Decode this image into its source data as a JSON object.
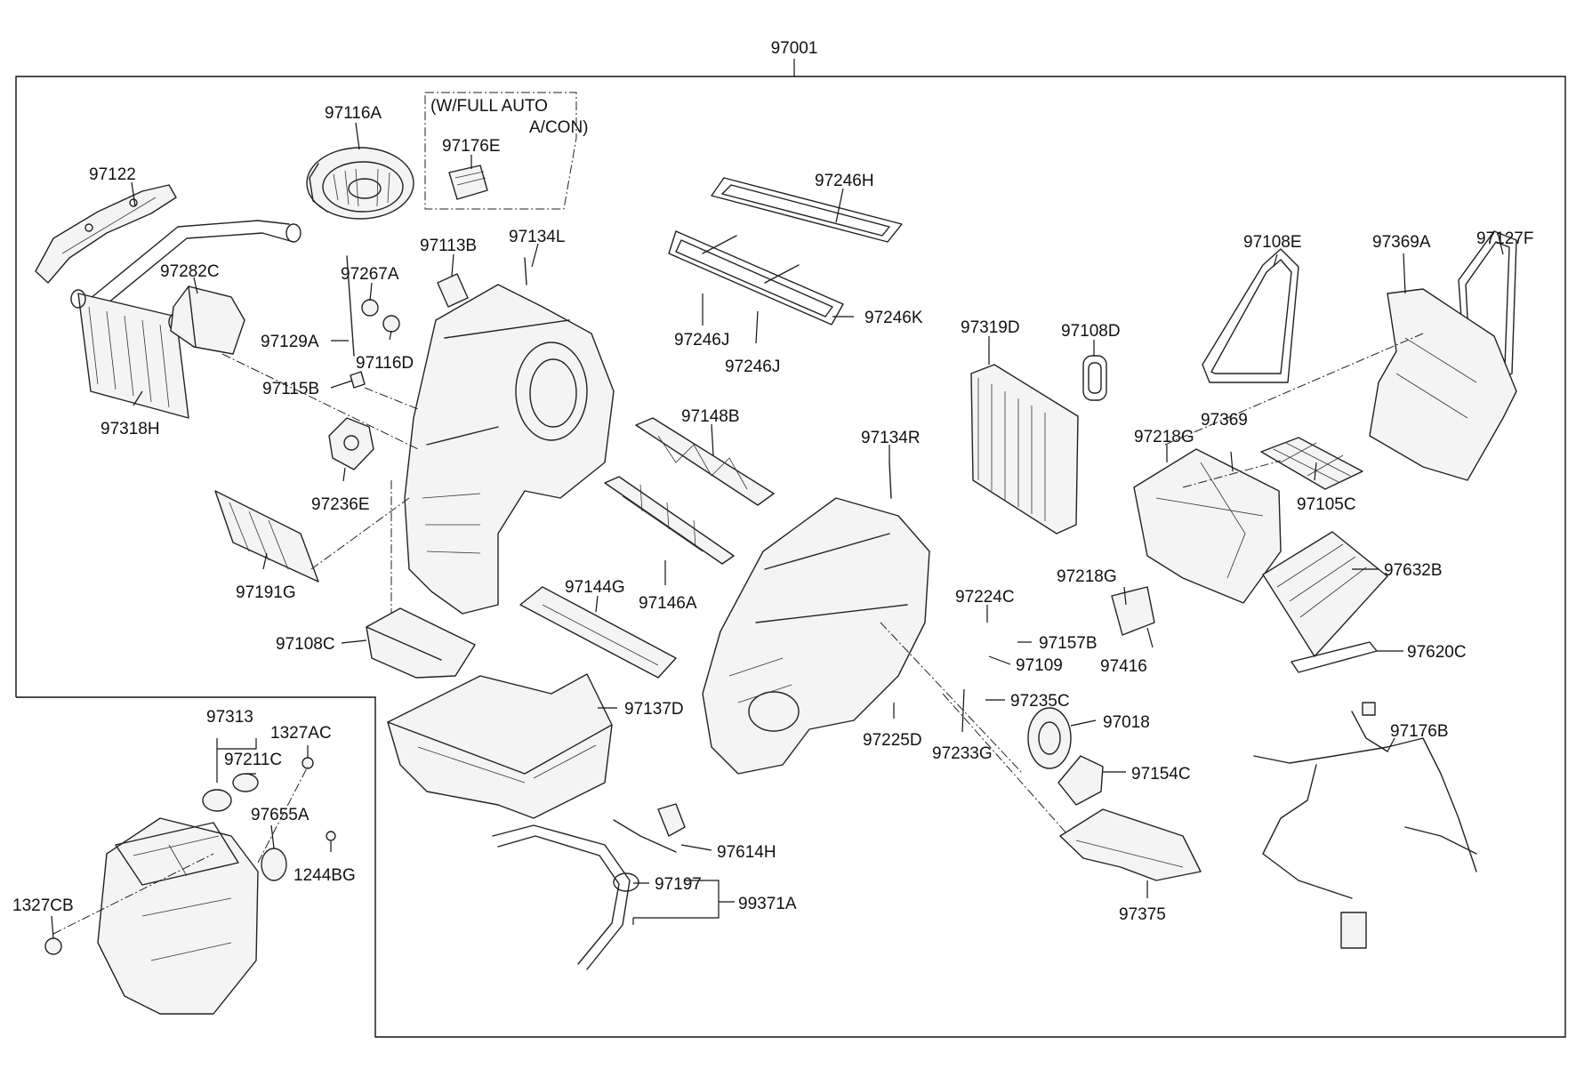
{
  "diagram": {
    "main_assembly": "97001",
    "note_lines": [
      "(W/FULL AUTO",
      "A/CON)"
    ],
    "labels": {
      "p97116A": "97116A",
      "p97176E": "97176E",
      "p97122": "97122",
      "p97282C": "97282C",
      "p97318H": "97318H",
      "p97113B": "97113B",
      "p97134L": "97134L",
      "p97267A": "97267A",
      "p97129A": "97129A",
      "p97116D": "97116D",
      "p97115B": "97115B",
      "p97236E": "97236E",
      "p97191G": "97191G",
      "p97108C": "97108C",
      "p97246H": "97246H",
      "p97246K": "97246K",
      "p97246J_a": "97246J",
      "p97246J_b": "97246J",
      "p97148B": "97148B",
      "p97144G": "97144G",
      "p97146A": "97146A",
      "p97137D": "97137D",
      "p97134R": "97134R",
      "p97319D": "97319D",
      "p97108D": "97108D",
      "p97224C": "97224C",
      "p97157B": "97157B",
      "p97109": "97109",
      "p97235C": "97235C",
      "p97225D": "97225D",
      "p97233G": "97233G",
      "p97018": "97018",
      "p97154C": "97154C",
      "p97375": "97375",
      "p97614H": "97614H",
      "p97197": "97197",
      "p99371A": "99371A",
      "p97108E": "97108E",
      "p97369A": "97369A",
      "p97127F": "97127F",
      "p97218G_a": "97218G",
      "p97369": "97369",
      "p97105C": "97105C",
      "p97218G_b": "97218G",
      "p97416": "97416",
      "p97632B": "97632B",
      "p97620C": "97620C",
      "p97176B": "97176B",
      "p97313": "97313",
      "p1327AC": "1327AC",
      "p97211C": "97211C",
      "p97655A": "97655A",
      "p1244BG": "1244BG",
      "p1327CB": "1327CB"
    }
  }
}
